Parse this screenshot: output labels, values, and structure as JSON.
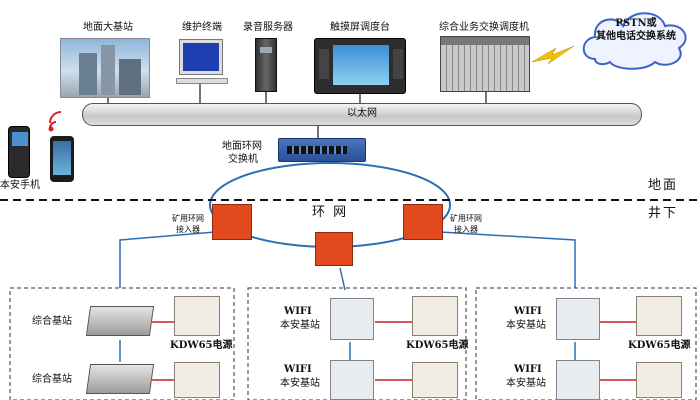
{
  "nodes": {
    "ground_station": "地面大基站",
    "maintenance_terminal": "维护终端",
    "recording_server": "录音服务器",
    "touchscreen_console": "触摸屏调度台",
    "integrated_switch": "综合业务交换调度机",
    "pstn": "PSTN或",
    "pstn_line2": "其他电话交换系统",
    "ethernet": "以太网",
    "ring_switch_line1": "地面环网",
    "ring_switch_line2": "交换机",
    "handset_label": "本安手机",
    "ring": "环 网",
    "mining_access_left_1": "矿用环网",
    "mining_access_left_2": "接入器",
    "mining_access_right_1": "矿用环网",
    "mining_access_right_2": "接入器"
  },
  "zones": {
    "surface": "地面",
    "underground": "井下"
  },
  "panels": {
    "left": {
      "station1": "综合基站",
      "station2": "综合基站",
      "power": "KDW65电源"
    },
    "middle": {
      "wifi1": "WIFI",
      "station1": "本安基站",
      "power": "KDW65电源",
      "wifi2": "WIFI",
      "station2": "本安基站"
    },
    "right": {
      "wifi1": "WIFI",
      "station1": "本安基站",
      "power": "KDW65电源",
      "wifi2": "WIFI",
      "station2": "本安基站"
    }
  },
  "colors": {
    "access_device": "#e24a1e",
    "wire_blue": "#2a6fb5",
    "wire_red": "#cc2222"
  }
}
